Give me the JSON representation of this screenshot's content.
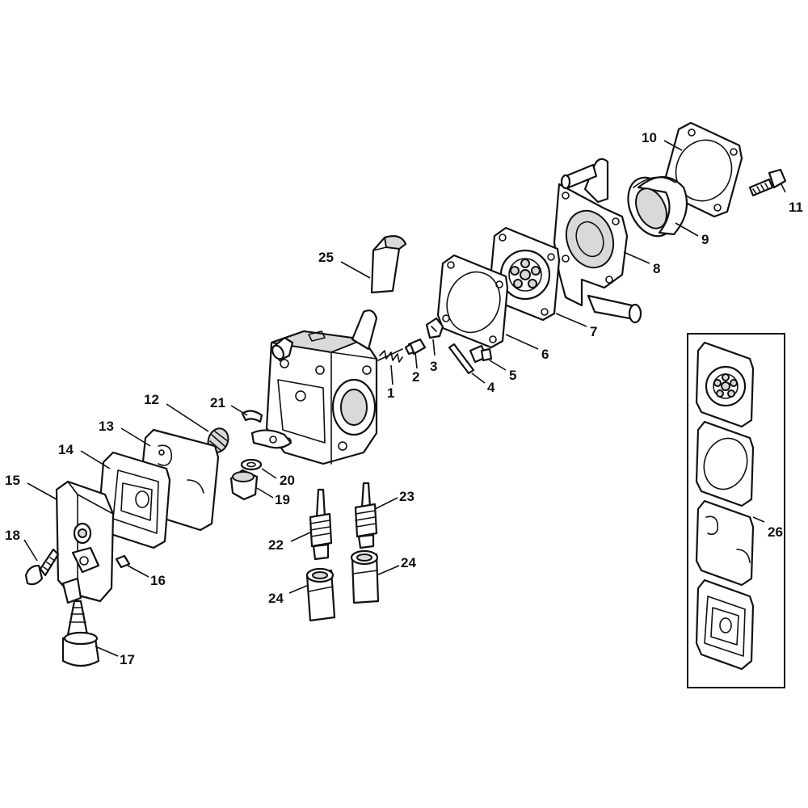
{
  "callouts": [
    {
      "id": "c1",
      "label": "1"
    },
    {
      "id": "c2",
      "label": "2"
    },
    {
      "id": "c3",
      "label": "3"
    },
    {
      "id": "c4",
      "label": "4"
    },
    {
      "id": "c5",
      "label": "5"
    },
    {
      "id": "c6",
      "label": "6"
    },
    {
      "id": "c7",
      "label": "7"
    },
    {
      "id": "c8",
      "label": "8"
    },
    {
      "id": "c9",
      "label": "9"
    },
    {
      "id": "c10",
      "label": "10"
    },
    {
      "id": "c11",
      "label": "11"
    },
    {
      "id": "c12",
      "label": "12"
    },
    {
      "id": "c13",
      "label": "13"
    },
    {
      "id": "c14",
      "label": "14"
    },
    {
      "id": "c15",
      "label": "15"
    },
    {
      "id": "c16",
      "label": "16"
    },
    {
      "id": "c17",
      "label": "17"
    },
    {
      "id": "c18",
      "label": "18"
    },
    {
      "id": "c19",
      "label": "19"
    },
    {
      "id": "c20",
      "label": "20"
    },
    {
      "id": "c21",
      "label": "21"
    },
    {
      "id": "c22",
      "label": "22"
    },
    {
      "id": "c23",
      "label": "23"
    },
    {
      "id": "c24a",
      "label": "24"
    },
    {
      "id": "c24b",
      "label": "24"
    },
    {
      "id": "c25",
      "label": "25"
    },
    {
      "id": "c26",
      "label": "26"
    }
  ]
}
